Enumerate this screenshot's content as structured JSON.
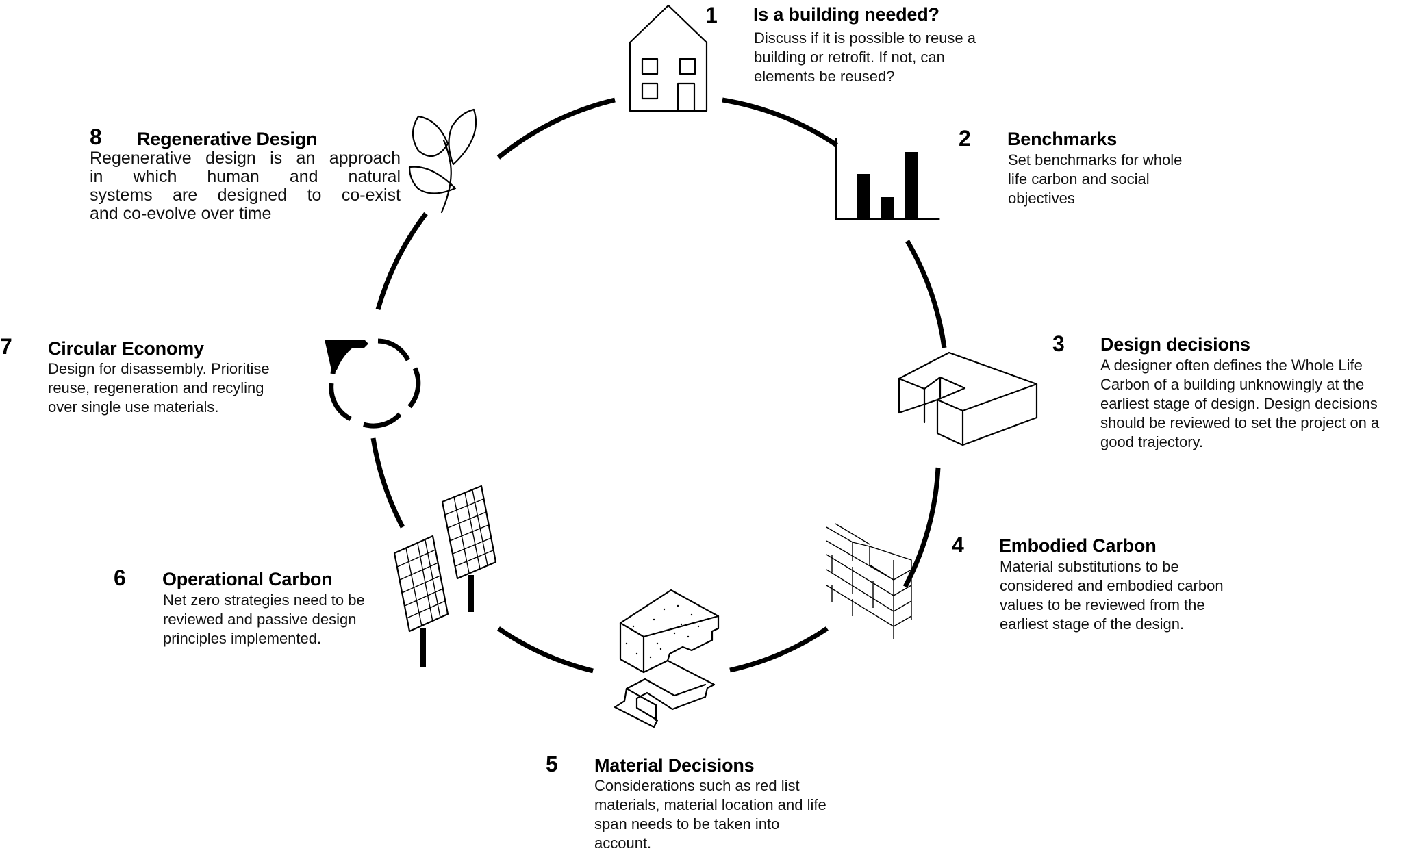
{
  "diagram": {
    "type": "circular-process",
    "steps": [
      {
        "number": "1",
        "title": "Is a building needed?",
        "icon": "house-icon",
        "lines": [
          "Discuss if it is possible to reuse a",
          "building or retrofit. If not, can",
          "elements be reused?"
        ]
      },
      {
        "number": "2",
        "title": "Benchmarks",
        "icon": "bar-chart-icon",
        "lines": [
          "Set benchmarks for whole",
          "life carbon and social",
          "objectives"
        ]
      },
      {
        "number": "3",
        "title": "Design decisions",
        "icon": "isometric-block-icon",
        "lines": [
          "A designer often defines the Whole Life",
          "Carbon of a building unknowingly at the",
          "earliest stage of design. Design decisions",
          "should be reviewed to set the project on a",
          "good trajectory."
        ]
      },
      {
        "number": "4",
        "title": "Embodied Carbon",
        "icon": "brick-wall-icon",
        "lines": [
          "Material substitutions to be",
          "considered and embodied carbon",
          "values to be reviewed from the",
          "earliest stage of the design."
        ]
      },
      {
        "number": "5",
        "title": "Material Decisions",
        "icon": "concrete-deck-icon",
        "lines": [
          "Considerations such as red list",
          "materials, material location and life",
          "span needs to be taken into",
          "account."
        ]
      },
      {
        "number": "6",
        "title": "Operational Carbon",
        "icon": "solar-panel-icon",
        "lines": [
          "Net zero strategies need to be",
          "reviewed and passive design",
          "principles implemented."
        ]
      },
      {
        "number": "7",
        "title": "Circular Economy",
        "icon": "circular-arrows-icon",
        "lines": [
          "Design for disassembly. Prioritise",
          "reuse, regeneration and recyling",
          "over single use materials."
        ]
      },
      {
        "number": "8",
        "title": "Regenerative Design",
        "icon": "plant-icon",
        "lines": [
          "Regenerative design is an approach",
          "in which human and natural",
          "systems are designed to co-exist",
          "and co-evolve over time"
        ]
      }
    ],
    "colors": {
      "ink": "#000000",
      "background": "#ffffff"
    }
  }
}
